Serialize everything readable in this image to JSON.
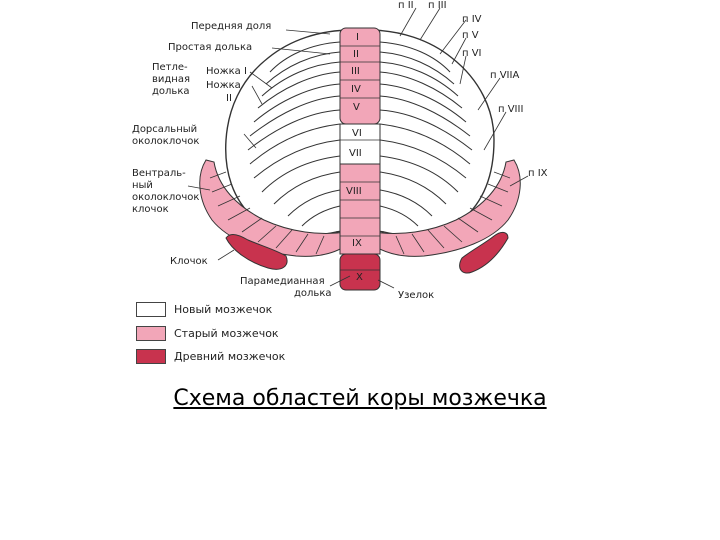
{
  "colors": {
    "new": "#ffffff",
    "old": "#f2a6b8",
    "ancient": "#c8334e",
    "stroke": "#333333"
  },
  "labels": {
    "left": {
      "anterior_lobe": "Передняя доля",
      "simple_lobule": "Простая долька",
      "ansiform_1": "Петле-",
      "ansiform_2": "видная",
      "ansiform_3": "долька",
      "crus1": "Ножка I",
      "crus2": "Ножка",
      "crus2_num": "II",
      "dorsal_1": "Дорсальный",
      "dorsal_2": "околоклочок",
      "ventral_1": "Вентраль-",
      "ventral_2": "ный",
      "ventral_3": "околоклочок",
      "ventral_4": "клочок",
      "flocculus": "Клочок",
      "paramedian_1": "Парамедианная",
      "paramedian_2": "долька",
      "nodulus": "Узелок"
    },
    "right": {
      "pII": "п II",
      "pIII": "п III",
      "pIV": "п IV",
      "pV": "п V",
      "pVI": "п VI",
      "pVIIA": "п VIIA",
      "pVIII": "п VIII",
      "pIX": "п IX"
    },
    "vermis": [
      "I",
      "II",
      "III",
      "IV",
      "V",
      "VI",
      "VII",
      "VIII",
      "IX",
      "X"
    ]
  },
  "legend": [
    {
      "label": "Новый мозжечок",
      "color": "#ffffff"
    },
    {
      "label": "Старый мозжечок",
      "color": "#f2a6b8"
    },
    {
      "label": "Древний мозжечок",
      "color": "#c8334e"
    }
  ],
  "caption": "Схема областей коры мозжечка"
}
